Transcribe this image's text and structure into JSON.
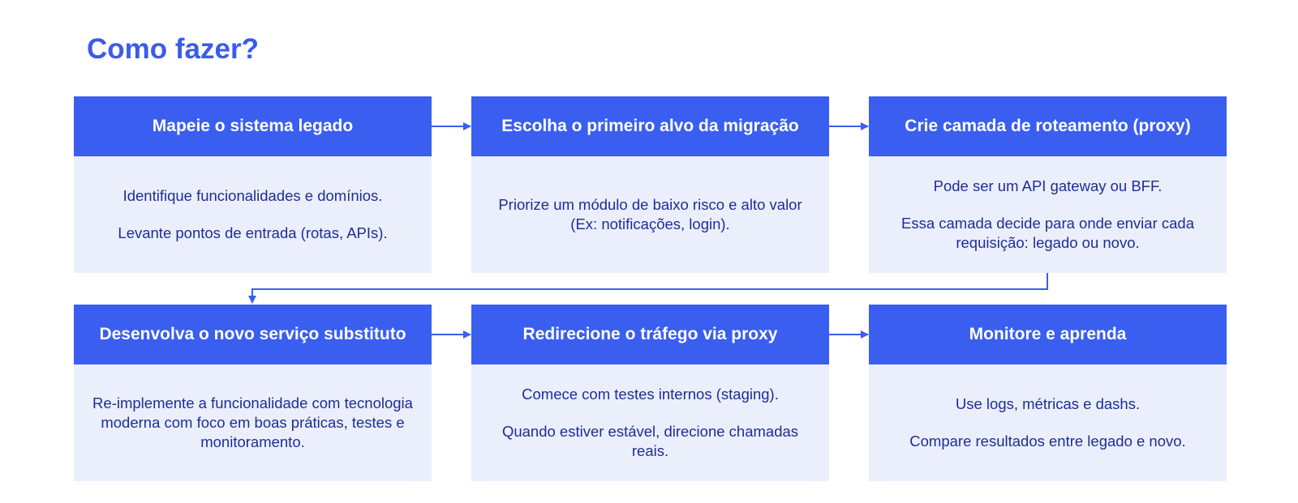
{
  "title": "Como fazer?",
  "colors": {
    "accent": "#3a5ef0",
    "title": "#3b5bec",
    "body_bg": "#ebeffb",
    "body_text": "#1e2d97"
  },
  "steps": [
    {
      "title": "Mapeie o sistema legado",
      "paragraphs": [
        "Identifique funcionalidades e domínios.",
        "Levante pontos de entrada (rotas, APIs)."
      ]
    },
    {
      "title": "Escolha o primeiro alvo da migração",
      "paragraphs": [
        "Priorize um módulo de baixo risco e alto valor (Ex: notificações, login)."
      ]
    },
    {
      "title": "Crie camada de roteamento (proxy)",
      "paragraphs": [
        "Pode ser um API gateway ou BFF.",
        "Essa camada decide para onde enviar cada requisição: legado ou novo."
      ]
    },
    {
      "title": "Desenvolva o novo serviço substituto",
      "paragraphs": [
        "Re-implemente a funcionalidade com tecnologia moderna com foco em boas práticas, testes e monitoramento."
      ]
    },
    {
      "title": "Redirecione o tráfego via proxy",
      "paragraphs": [
        "Comece com testes internos (staging).",
        "Quando estiver estável, direcione chamadas reais."
      ]
    },
    {
      "title": "Monitore e aprenda",
      "paragraphs": [
        "Use logs, métricas e dashs.",
        "Compare resultados entre legado e novo."
      ]
    }
  ]
}
